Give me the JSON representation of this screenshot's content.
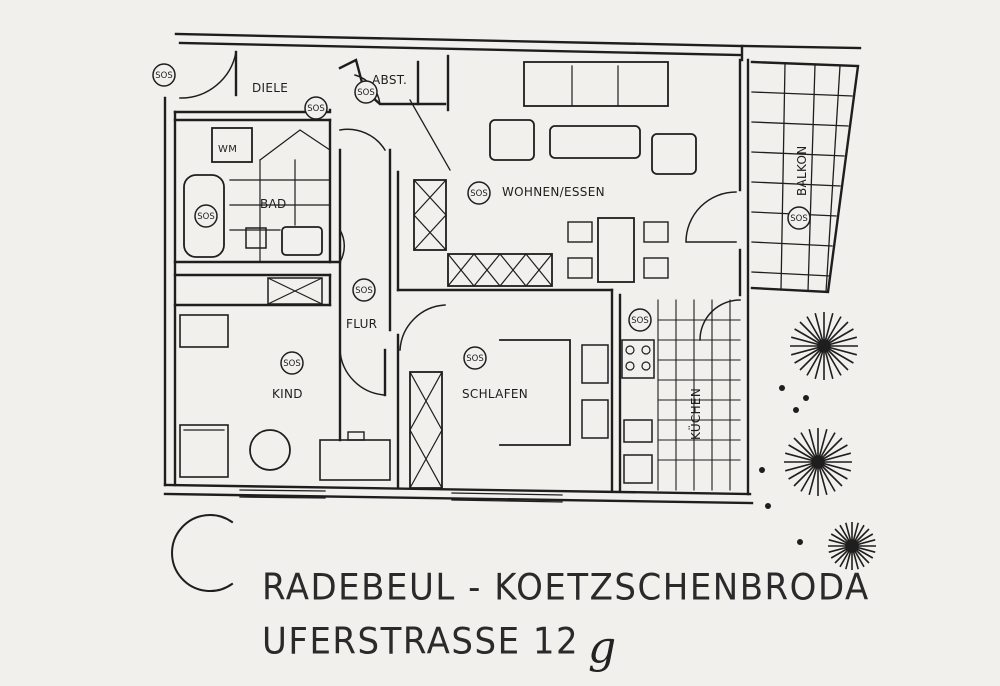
{
  "rooms": {
    "diele": "DIELE",
    "abst": "ABST.",
    "wohnen": "WOHNEN/ESSEN",
    "bad": "BAD",
    "flur": "FLUR",
    "kind": "KIND",
    "schlafen": "SCHLAFEN",
    "kuechen": "KÜCHEN",
    "balkon": "BALKON",
    "wm": "WM"
  },
  "symbol_tag": "SOS",
  "address": {
    "line1": "RADEBEUL - KOETZSCHENBRODA",
    "line2": "UFERSTRASSE 12",
    "handwritten": "g"
  },
  "colors": {
    "ink": "#1e1e1e",
    "paper": "#f1f0ec"
  }
}
